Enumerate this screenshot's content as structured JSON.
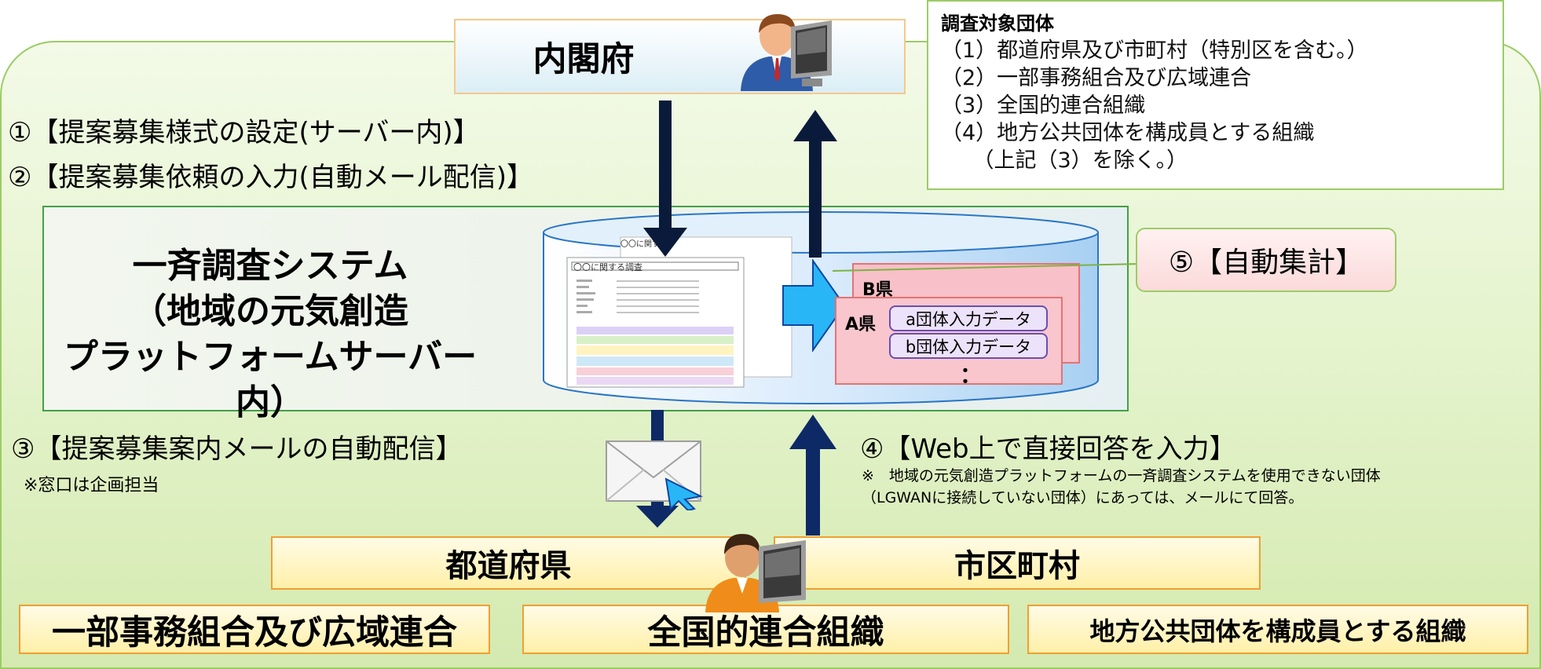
{
  "top": {
    "cabinet_label": "内閣府"
  },
  "targets": {
    "title": "調査対象団体",
    "lines": [
      "（1）都道府県及び市町村（特別区を含む。）",
      "（2）一部事務組合及び広域連合",
      "（3）全国的連合組織",
      "（4）地方公共団体を構成員とする組織",
      "　　（上記（3）を除く。）"
    ]
  },
  "steps": {
    "s1": "①【提案募集様式の設定(サーバー内)】",
    "s2": "②【提案募集依頼の入力(自動メール配信)】",
    "s3": "③【提案募集案内メールの自動配信】",
    "s3_note": "※窓口は企画担当",
    "s4": "④【Web上で直接回答を入力】",
    "s4_note_1": "※　地域の元気創造プラットフォームの一斉調査システムを使用できない団体",
    "s4_note_2": "（LGWANに接続していない団体）にあっては、メールにて回答。",
    "s5": "⑤【自動集計】"
  },
  "system": {
    "line1": "一斉調査システム",
    "line2": "（地域の元気創造",
    "line3": "プラットフォームサーバー内）"
  },
  "form": {
    "back_title": "〇〇に関する",
    "front_title": "〇〇に関する調査"
  },
  "data_cards": {
    "b_pref": "B県",
    "a_pref": "A県",
    "a_entry": "a団体入力データ",
    "b_entry": "b団体入力データ",
    "more": "："
  },
  "orgs": {
    "prefecture": "都道府県",
    "municipality": "市区町村",
    "partial_affairs": "一部事務組合及び広域連合",
    "national": "全国的連合組織",
    "local_public": "地方公共団体を構成員とする組織"
  },
  "colors": {
    "panel_border": "#9ccc65",
    "system_border": "#43a047",
    "arrow": "#0a1a3a",
    "navy_arrow": "#0d2a66",
    "process_arrow": "#29b6f6",
    "org_border": "#f0a030",
    "card_fill": "#f8c0c8"
  },
  "icons": [
    "person-at-computer-icon",
    "envelope-icon",
    "cursor-icon"
  ]
}
